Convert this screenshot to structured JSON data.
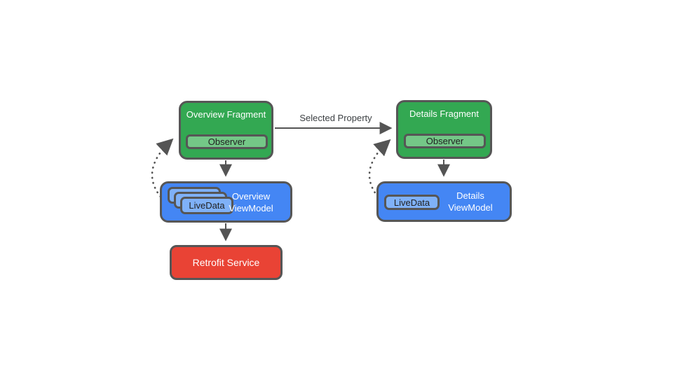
{
  "colors": {
    "green": "#33A852",
    "green_light": "#74C787",
    "blue": "#4486F4",
    "blue_light": "#7FB1F8",
    "red": "#E94335",
    "stroke": "#565656",
    "arrow": "#545454",
    "text_light": "#FFFFFF",
    "text_dark": "#212121",
    "label_dark": "#3C4043",
    "background": "#FFFFFF"
  },
  "diagram": {
    "overview_fragment": {
      "title": "Overview Fragment",
      "observer": "Observer"
    },
    "details_fragment": {
      "title": "Details Fragment",
      "observer": "Observer"
    },
    "overview_viewmodel": {
      "title": "Overview ViewModel",
      "livedata": "LiveData"
    },
    "details_viewmodel": {
      "title": "Details ViewModel",
      "livedata": "LiveData"
    },
    "retrofit_service": {
      "title": "Retrofit Service"
    },
    "edges": {
      "selected_property_label": "Selected Property"
    }
  }
}
